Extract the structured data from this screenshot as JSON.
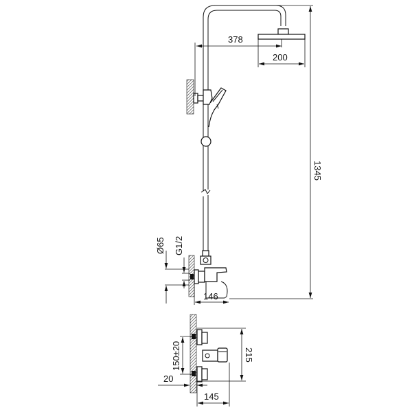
{
  "dimensions": {
    "arm_reach": "378",
    "head_width": "200",
    "total_height": "1345",
    "flange_diameter": "Ø65",
    "thread": "G1/2",
    "mixer_depth": "146",
    "mixer_height": "215",
    "inlet_spacing": "150±20",
    "wall_offset": "20",
    "mixer_projection": "145"
  },
  "colors": {
    "line": "#111111",
    "background": "#ffffff"
  }
}
